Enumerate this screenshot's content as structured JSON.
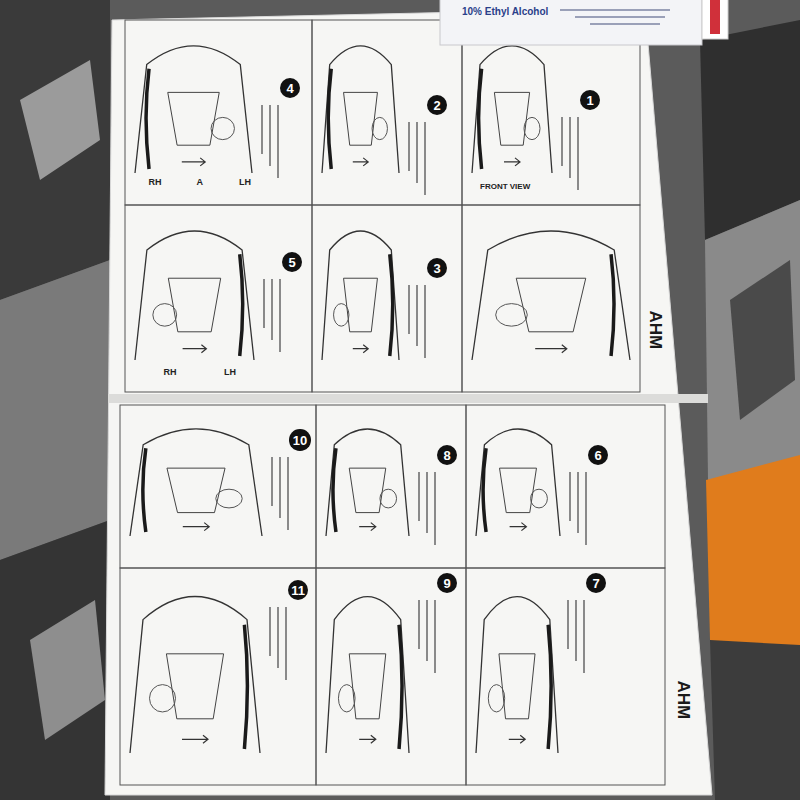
{
  "diagram": {
    "nodes": [
      {
        "text": [
          "1"
        ]
      },
      {
        "text": [
          "2"
        ]
      },
      {
        "text": [
          "3"
        ]
      },
      {
        "text": [
          "4"
        ]
      },
      {
        "text": [
          "5"
        ]
      },
      {
        "text": [
          "6"
        ]
      },
      {
        "text": [
          "7"
        ]
      },
      {
        "text": [
          "8"
        ]
      },
      {
        "text": [
          "9"
        ]
      },
      {
        "text": [
          "10"
        ]
      },
      {
        "text": [
          "11"
        ]
      }
    ],
    "labels": [
      "10% Ethyl Alcohol",
      "AHM",
      "AHM",
      "FRONT VIEW",
      "RH",
      "A",
      "LH",
      "RH",
      "LH"
    ]
  }
}
